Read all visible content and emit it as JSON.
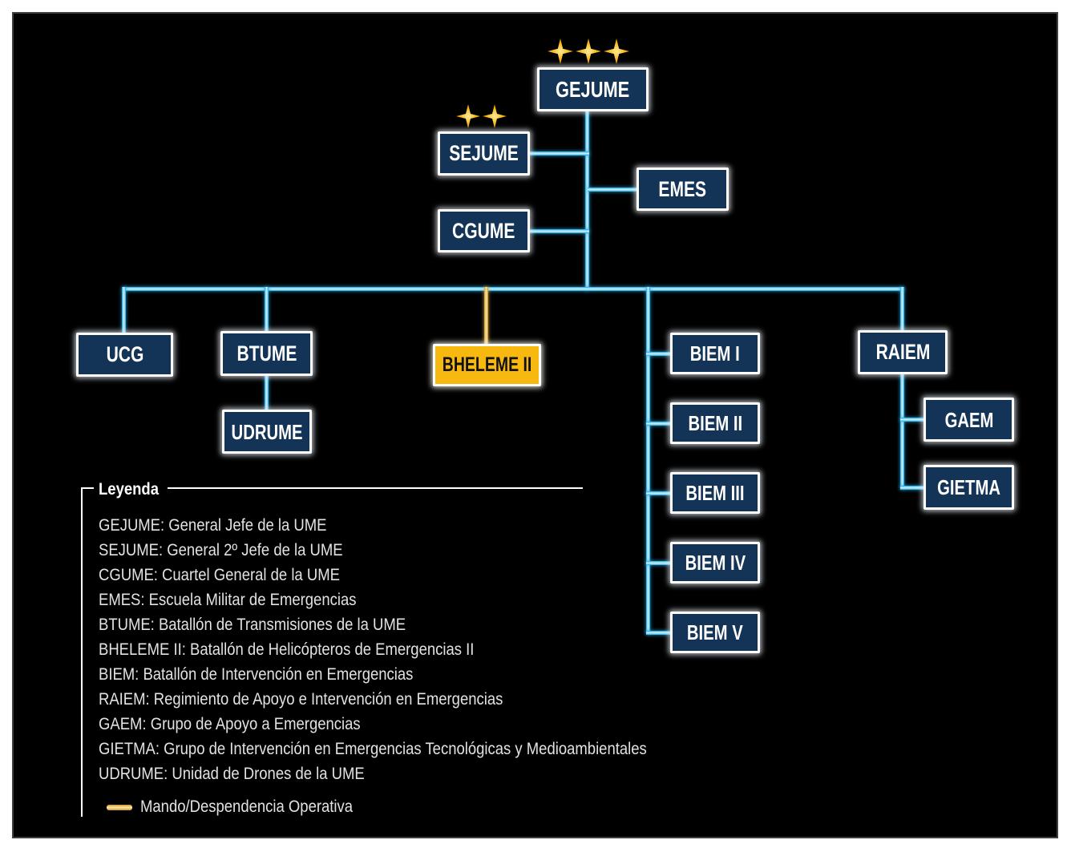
{
  "colors": {
    "background": "#000000",
    "box_navy": "#133457",
    "box_gold": "#f7b90f",
    "line_cyan": "#45c3f0",
    "line_gold": "#e9bd55",
    "star_gold": "#f7b713",
    "text_white": "#ffffff"
  },
  "org": {
    "gejume": {
      "label": "GEJUME",
      "stars": 3
    },
    "sejume": {
      "label": "SEJUME",
      "stars": 2
    },
    "cgume": {
      "label": "CGUME"
    },
    "emes": {
      "label": "EMES"
    },
    "ucg": {
      "label": "UCG"
    },
    "btume": {
      "label": "BTUME"
    },
    "udrume": {
      "label": "UDRUME"
    },
    "bheleme": {
      "label": "BHELEME II"
    },
    "biem1": {
      "label": "BIEM I"
    },
    "biem2": {
      "label": "BIEM II"
    },
    "biem3": {
      "label": "BIEM III"
    },
    "biem4": {
      "label": "BIEM IV"
    },
    "biem5": {
      "label": "BIEM V"
    },
    "raiem": {
      "label": "RAIEM"
    },
    "gaem": {
      "label": "GAEM"
    },
    "gietma": {
      "label": "GIETMA"
    }
  },
  "legend": {
    "title": "Leyenda",
    "items": [
      "GEJUME: General Jefe de la UME",
      "SEJUME: General 2º Jefe de la UME",
      "CGUME: Cuartel General de la UME",
      "EMES: Escuela Militar de Emergencias",
      "BTUME: Batallón de Transmisiones de la UME",
      "BHELEME II: Batallón de Helicópteros de Emergencias II",
      "BIEM: Batallón de Intervención en Emergencias",
      "RAIEM: Regimiento de Apoyo e Intervención en Emergencias",
      "GAEM: Grupo de Apoyo a Emergencias",
      "GIETMA: Grupo de Intervención en Emergencias Tecnológicas y Medioambientales",
      "UDRUME: Unidad de Drones de la UME"
    ],
    "operative_key": "Mando/Despendencia Operativa"
  }
}
